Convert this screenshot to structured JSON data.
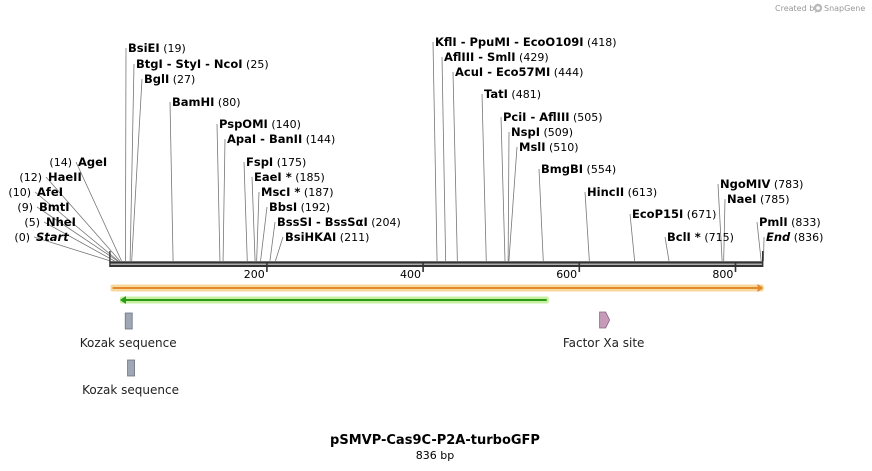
{
  "credit": {
    "prefix": "Created by",
    "brand": "SnapGene"
  },
  "title": "pSMVP-Cas9C-P2A-turboGFP",
  "subtitle": "836 bp",
  "ticks": [
    {
      "label": "200",
      "value": 200
    },
    {
      "label": "400",
      "value": 400
    },
    {
      "label": "600",
      "value": 600
    },
    {
      "label": "800",
      "value": 800
    }
  ],
  "sites": [
    {
      "id": "start",
      "parts": [
        {
          "t": "Start",
          "i": true
        }
      ],
      "pos": "(0)",
      "site": 0
    },
    {
      "id": "nhei",
      "parts": [
        {
          "t": "NheI"
        }
      ],
      "pos": "(5)",
      "site": 5
    },
    {
      "id": "bmti",
      "parts": [
        {
          "t": "BmtI"
        }
      ],
      "pos": "(9)",
      "site": 9
    },
    {
      "id": "afei",
      "parts": [
        {
          "t": "AfeI"
        }
      ],
      "pos": "(10)",
      "site": 10
    },
    {
      "id": "haeii",
      "parts": [
        {
          "t": "HaeII"
        }
      ],
      "pos": "(12)",
      "site": 12
    },
    {
      "id": "agei",
      "parts": [
        {
          "t": "AgeI"
        }
      ],
      "pos": "(14)",
      "site": 14
    },
    {
      "id": "bsiei",
      "parts": [
        {
          "t": "BsiEI"
        }
      ],
      "pos": "(19)",
      "site": 19
    },
    {
      "id": "btgi",
      "parts": [
        {
          "t": "BtgI"
        },
        {
          "t": "  - StyI"
        },
        {
          "t": "  - NcoI"
        }
      ],
      "pos": "(25)",
      "site": 25
    },
    {
      "id": "bgli",
      "parts": [
        {
          "t": "BglI"
        }
      ],
      "pos": "(27)",
      "site": 27
    },
    {
      "id": "bamhi",
      "parts": [
        {
          "t": "BamHI"
        }
      ],
      "pos": "(80)",
      "site": 80
    },
    {
      "id": "pspomi",
      "parts": [
        {
          "t": "PspOMI"
        }
      ],
      "pos": "(140)",
      "site": 140
    },
    {
      "id": "apai",
      "parts": [
        {
          "t": "ApaI"
        },
        {
          "t": "  - BanII"
        }
      ],
      "pos": "(144)",
      "site": 144
    },
    {
      "id": "fspi",
      "parts": [
        {
          "t": "FspI"
        }
      ],
      "pos": "(175)",
      "site": 175
    },
    {
      "id": "eaei",
      "parts": [
        {
          "t": "EaeI *"
        }
      ],
      "pos": "(185)",
      "site": 185
    },
    {
      "id": "msci",
      "parts": [
        {
          "t": "MscI *"
        }
      ],
      "pos": "(187)",
      "site": 187
    },
    {
      "id": "bbsi",
      "parts": [
        {
          "t": "BbsI"
        }
      ],
      "pos": "(192)",
      "site": 192
    },
    {
      "id": "bsssi",
      "parts": [
        {
          "t": "BssSI"
        },
        {
          "t": "  - BssSαI"
        }
      ],
      "pos": "(204)",
      "site": 204
    },
    {
      "id": "bsihkai",
      "parts": [
        {
          "t": "BsiHKAI"
        }
      ],
      "pos": "(211)",
      "site": 211
    },
    {
      "id": "kfli",
      "parts": [
        {
          "t": "KflI"
        },
        {
          "t": "  - PpuMI"
        },
        {
          "t": "  - EcoO109I"
        }
      ],
      "pos": "(418)",
      "site": 418
    },
    {
      "id": "afliii",
      "parts": [
        {
          "t": "AflIII"
        },
        {
          "t": "  - SmlI"
        }
      ],
      "pos": "(429)",
      "site": 429
    },
    {
      "id": "acui",
      "parts": [
        {
          "t": "AcuI"
        },
        {
          "t": "  - Eco57MI"
        }
      ],
      "pos": "(444)",
      "site": 444
    },
    {
      "id": "tati",
      "parts": [
        {
          "t": "TatI"
        }
      ],
      "pos": "(481)",
      "site": 481
    },
    {
      "id": "pcii",
      "parts": [
        {
          "t": "PciI"
        },
        {
          "t": "  - AflIII"
        }
      ],
      "pos": "(505)",
      "site": 505
    },
    {
      "id": "nspi",
      "parts": [
        {
          "t": "NspI"
        }
      ],
      "pos": "(509)",
      "site": 509
    },
    {
      "id": "msli",
      "parts": [
        {
          "t": "MslI"
        }
      ],
      "pos": "(510)",
      "site": 510
    },
    {
      "id": "bmgbi",
      "parts": [
        {
          "t": "BmgBI"
        }
      ],
      "pos": "(554)",
      "site": 554
    },
    {
      "id": "hincii",
      "parts": [
        {
          "t": "HincII"
        }
      ],
      "pos": "(613)",
      "site": 613
    },
    {
      "id": "ecop15i",
      "parts": [
        {
          "t": "EcoP15I"
        }
      ],
      "pos": "(671)",
      "site": 671
    },
    {
      "id": "bcli",
      "parts": [
        {
          "t": "BclI *"
        }
      ],
      "pos": "(715)",
      "site": 715
    },
    {
      "id": "ngomiv",
      "parts": [
        {
          "t": "NgoMIV"
        }
      ],
      "pos": "(783)",
      "site": 783
    },
    {
      "id": "naei",
      "parts": [
        {
          "t": "NaeI"
        }
      ],
      "pos": "(785)",
      "site": 785
    },
    {
      "id": "pmli",
      "parts": [
        {
          "t": "PmlI"
        }
      ],
      "pos": "(833)",
      "site": 833
    },
    {
      "id": "end",
      "parts": [
        {
          "t": "End",
          "i": true
        }
      ],
      "pos": "(836)",
      "site": 836
    }
  ],
  "features": [
    {
      "id": "orf-main",
      "type": "orf",
      "start": 0,
      "end": 836,
      "direction": "forward",
      "fill": "#f7d9a0",
      "stroke": "#e58a2b"
    },
    {
      "id": "orf-gfp",
      "type": "orf",
      "start": 12,
      "end": 561,
      "direction": "reverse",
      "fill": "#c6f0a0",
      "stroke": "#2a9a18"
    },
    {
      "id": "kozak-1",
      "type": "box",
      "label": "Kozak sequence",
      "start": 20,
      "end": 30,
      "color": "#9ea7b3"
    },
    {
      "id": "kozak-2",
      "type": "box",
      "label": "Kozak sequence",
      "start": 23,
      "end": 33,
      "color": "#9ea7b3"
    },
    {
      "id": "factor-xa",
      "type": "arrow",
      "label": "Factor Xa site",
      "start": 630,
      "end": 642,
      "color": "#c79ab8"
    }
  ]
}
